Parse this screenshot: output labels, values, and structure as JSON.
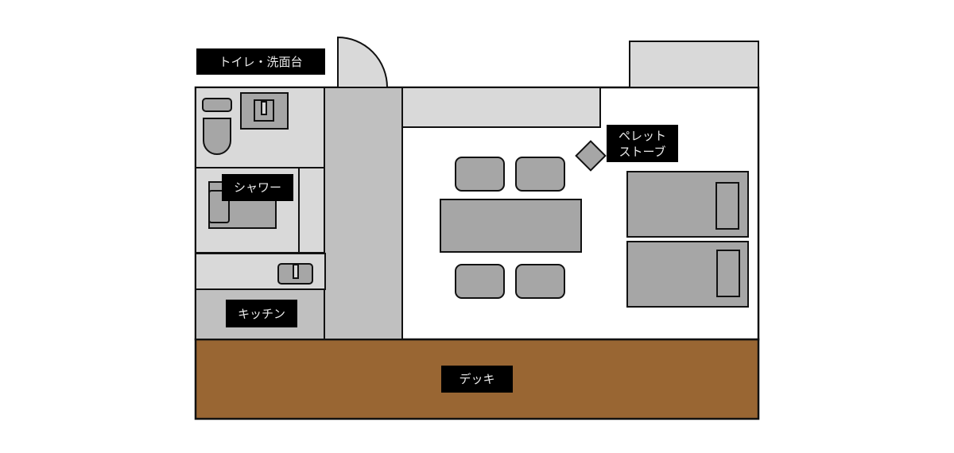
{
  "title": "Floor plan",
  "labels": {
    "toilet": "トイレ・洗面台",
    "shower": "シャワー",
    "kitchen": "キッチン",
    "stove_line1": "ペレット",
    "stove_line2": "ストーブ",
    "deck": "デッキ"
  },
  "colors": {
    "light_gray": "#d9d9d9",
    "mid_gray": "#c0c0c0",
    "furniture": "#a6a6a6",
    "deck": "#996633",
    "label_bg": "#000000"
  }
}
